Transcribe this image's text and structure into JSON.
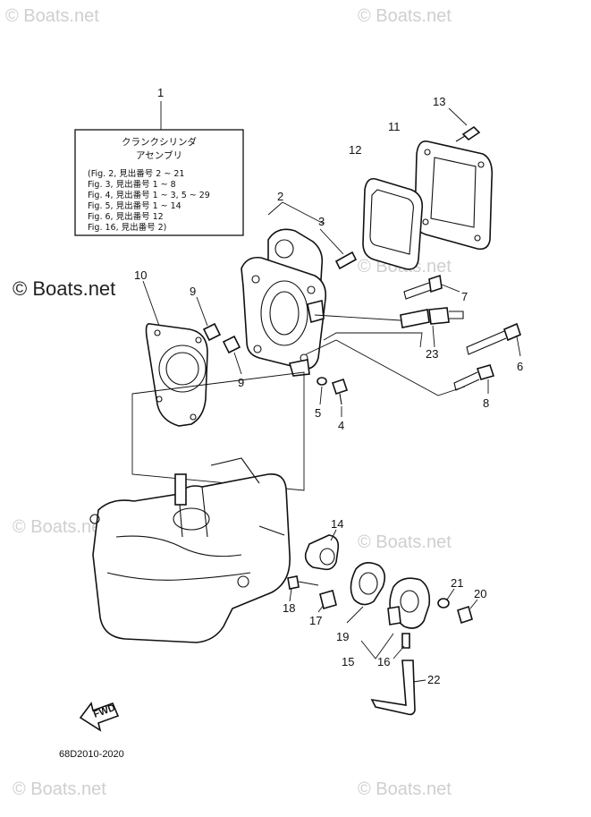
{
  "watermark": "© Boats.net",
  "info_box": {
    "title_line1": "クランクシリンダ",
    "title_line2": "アセンブリ",
    "lines": [
      "(Fig. 2, 見出番号 2 ~ 21",
      " Fig. 3, 見出番号 1 ~ 8",
      " Fig. 4, 見出番号 1 ~ 3, 5 ~ 29",
      " Fig. 5, 見出番号 1 ~ 14",
      " Fig. 6, 見出番号 12",
      " Fig. 16, 見出番号 2)"
    ]
  },
  "callouts": [
    {
      "id": "c1",
      "label": "1"
    },
    {
      "id": "c2",
      "label": "2"
    },
    {
      "id": "c3",
      "label": "3"
    },
    {
      "id": "c4",
      "label": "4"
    },
    {
      "id": "c5",
      "label": "5"
    },
    {
      "id": "c6",
      "label": "6"
    },
    {
      "id": "c7",
      "label": "7"
    },
    {
      "id": "c8",
      "label": "8"
    },
    {
      "id": "c9a",
      "label": "9"
    },
    {
      "id": "c9b",
      "label": "9"
    },
    {
      "id": "c10",
      "label": "10"
    },
    {
      "id": "c11",
      "label": "11"
    },
    {
      "id": "c12",
      "label": "12"
    },
    {
      "id": "c13",
      "label": "13"
    },
    {
      "id": "c14",
      "label": "14"
    },
    {
      "id": "c15",
      "label": "15"
    },
    {
      "id": "c16",
      "label": "16"
    },
    {
      "id": "c17",
      "label": "17"
    },
    {
      "id": "c18",
      "label": "18"
    },
    {
      "id": "c19",
      "label": "19"
    },
    {
      "id": "c20",
      "label": "20"
    },
    {
      "id": "c21",
      "label": "21"
    },
    {
      "id": "c22",
      "label": "22"
    },
    {
      "id": "c23",
      "label": "23"
    }
  ],
  "fwd_label": "FWD",
  "diagram_code": "68D2010-2020"
}
